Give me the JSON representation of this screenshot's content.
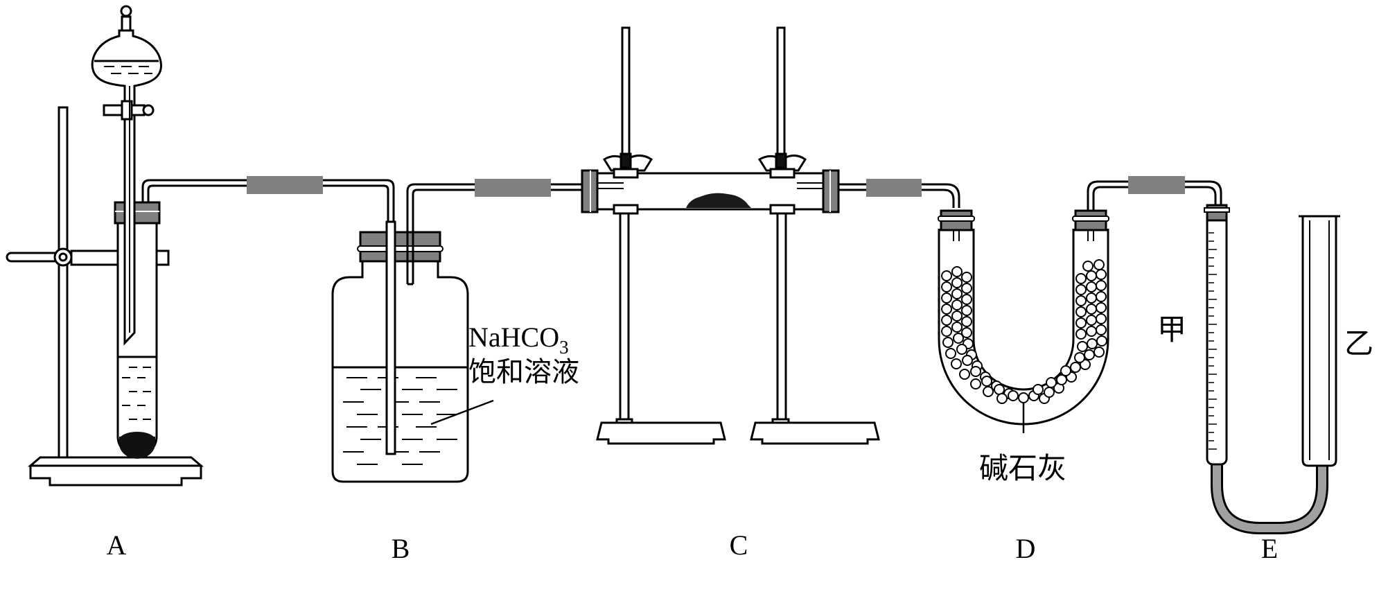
{
  "apparatus": {
    "A": {
      "label": "A"
    },
    "B": {
      "label": "B",
      "reagent_formula": "NaHCO",
      "reagent_subscript": "3",
      "reagent_desc": "饱和溶液"
    },
    "C": {
      "label": "C"
    },
    "D": {
      "label": "D",
      "reagent": "碱石灰"
    },
    "E": {
      "label": "E",
      "left_tube": "甲",
      "right_tube": "乙"
    }
  },
  "colors": {
    "line": "#000000",
    "rubber": "#808080",
    "solid": "#1a1a1a",
    "hose": "#a0a0a0"
  }
}
